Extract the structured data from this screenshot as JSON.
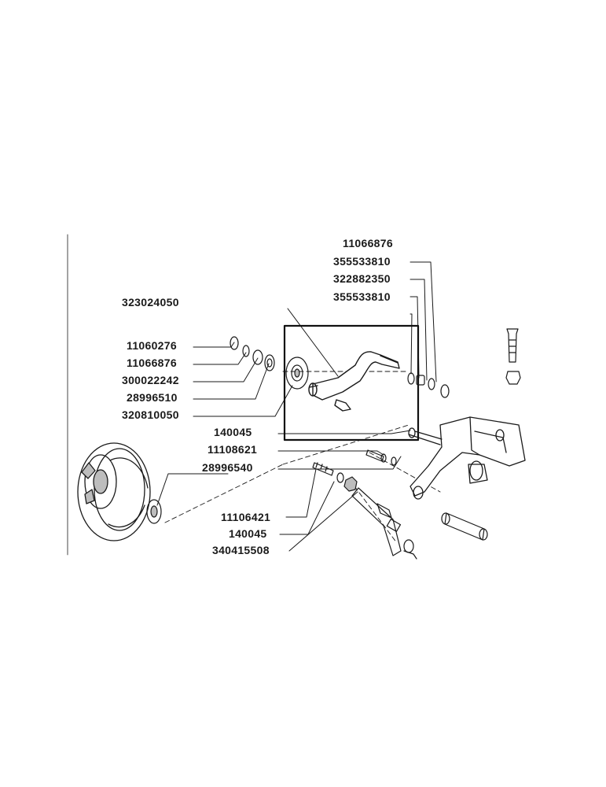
{
  "labels": {
    "p11066876_top": "11066876",
    "p355533810_a": "355533810",
    "p322882350": "322882350",
    "p355533810_b": "355533810",
    "p323024050": "323024050",
    "p11060276": "11060276",
    "p11066876_left": "11066876",
    "p300022242": "300022242",
    "p28996510": "28996510",
    "p320810050": "320810050",
    "p140045_a": "140045",
    "p11108621": "11108621",
    "p28996540": "28996540",
    "p11106421": "11106421",
    "p140045_b": "140045",
    "p340415508": "340415508"
  },
  "colors": {
    "ink": "#1a1a1a",
    "highlight_box": "#111111",
    "shade": "#bdbdbd",
    "paper": "#ffffff"
  }
}
